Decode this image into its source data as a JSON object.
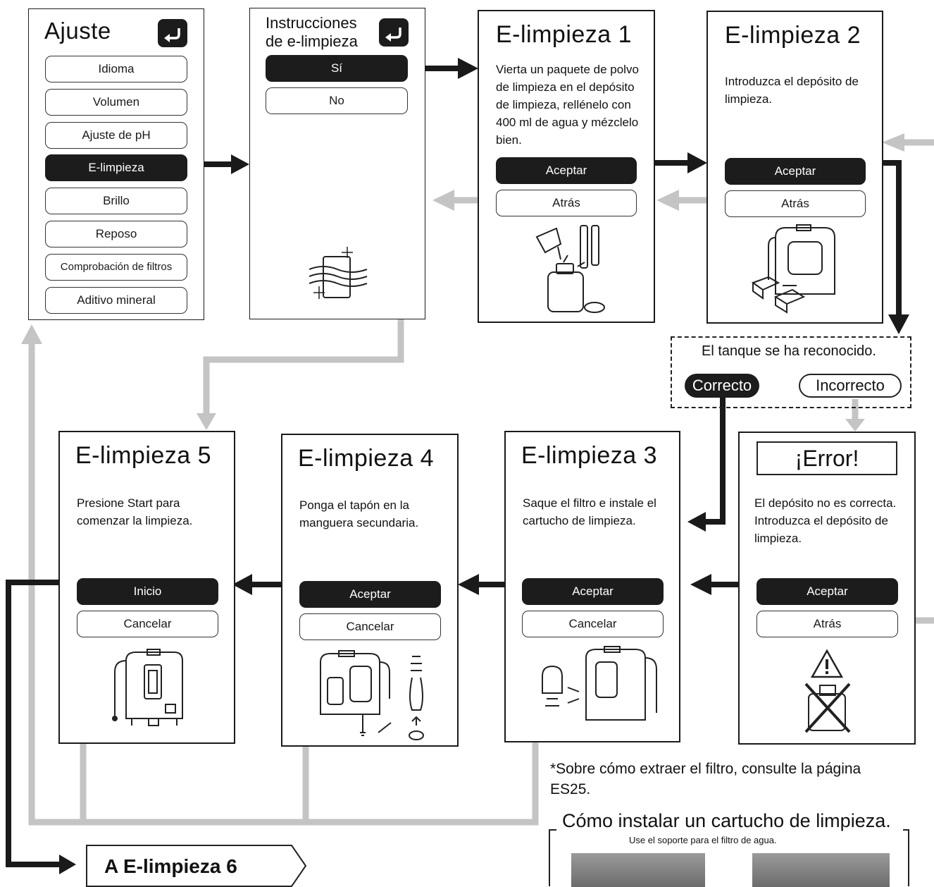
{
  "settings": {
    "title": "Ajuste",
    "items": [
      "Idioma",
      "Volumen",
      "Ajuste de pH",
      "E-limpieza",
      "Brillo",
      "Reposo",
      "Comprobación de filtros",
      "Aditivo mineral"
    ],
    "selected_index": 3
  },
  "instructions": {
    "title_line1": "Instrucciones",
    "title_line2": "de e-limpieza",
    "yes": "Sí",
    "no": "No"
  },
  "step1": {
    "title": "E-limpieza 1",
    "body": [
      "Vierta un paquete de polvo",
      "de limpieza en el depósito",
      "de limpieza, rellénelo con",
      "400 ml de agua y mézclelo",
      "bien."
    ],
    "ok": "Aceptar",
    "back": "Atrás"
  },
  "step2": {
    "title": "E-limpieza 2",
    "body": [
      "Introduzca el depósito de",
      "limpieza."
    ],
    "ok": "Aceptar",
    "back": "Atrás"
  },
  "recognition": {
    "text": "El tanque se ha reconocido.",
    "correct": "Correcto",
    "incorrect": "Incorrecto"
  },
  "error": {
    "title": "¡Error!",
    "body": [
      "El depósito no es correcta.",
      "Introduzca el depósito de",
      "limpieza."
    ],
    "ok": "Aceptar",
    "back": "Atrás"
  },
  "step3": {
    "title": "E-limpieza 3",
    "body": [
      "Saque el filtro e instale el",
      "cartucho de limpieza."
    ],
    "ok": "Aceptar",
    "cancel": "Cancelar"
  },
  "step4": {
    "title": "E-limpieza 4",
    "body": [
      "Ponga el tapón en la",
      "manguera secundaria."
    ],
    "ok": "Aceptar",
    "cancel": "Cancelar"
  },
  "step5": {
    "title": "E-limpieza 5",
    "body": [
      "Presione Start para",
      "comenzar la limpieza."
    ],
    "start": "Inicio",
    "cancel": "Cancelar"
  },
  "notes": {
    "filter_line1": "*Sobre cómo extraer el filtro, consulte la página",
    "filter_line2": "ES25.",
    "install_title": "Cómo instalar un cartucho de limpieza.",
    "install_sub": "Use el soporte para el filtro de agua."
  },
  "goto_label": "A E-limpieza 6",
  "colors": {
    "dark": "#1c1c1c",
    "gray_arrow": "#c4c4c4"
  }
}
